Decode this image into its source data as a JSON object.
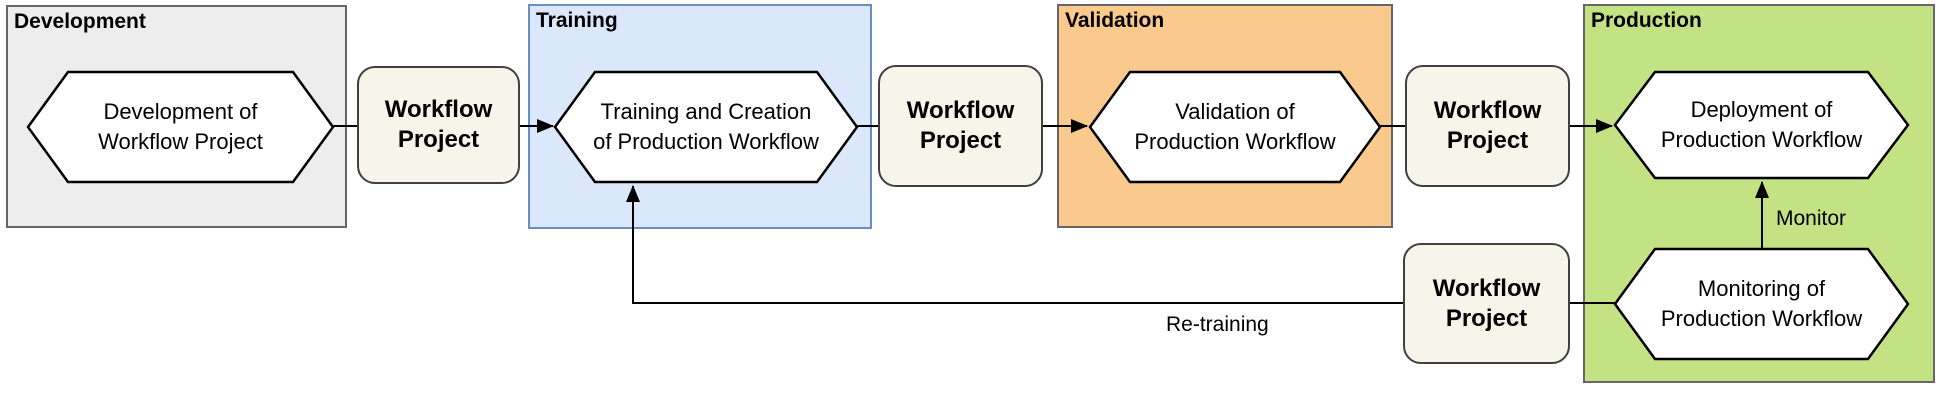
{
  "diagram": {
    "background": "#ffffff",
    "connector_color": "#000000",
    "hexagon_style": {
      "fill": "#ffffff",
      "stroke": "#000000"
    },
    "stages": [
      {
        "title": "Development",
        "fill": "#ededed",
        "stroke": "#666666"
      },
      {
        "title": "Training",
        "fill": "#dbe8fb",
        "stroke": "#6c8ebf"
      },
      {
        "title": "Validation",
        "fill": "#fac98e",
        "stroke": "#666666"
      },
      {
        "title": "Production",
        "fill": "#c3e284",
        "stroke": "#666666"
      }
    ],
    "hexagons": [
      {
        "line1": "Development of",
        "line2": "Workflow Project"
      },
      {
        "line1": "Training and Creation",
        "line2": "of Production Workflow"
      },
      {
        "line1": "Validation of",
        "line2": "Production Workflow"
      },
      {
        "line1": "Deployment of",
        "line2": "Production Workflow"
      },
      {
        "line1": "Monitoring of",
        "line2": "Production Workflow"
      }
    ],
    "workflow_boxes": [
      {
        "line1": "Workflow",
        "line2": "Project",
        "fill": "#f7f4e9",
        "stroke": "#404040"
      },
      {
        "line1": "Workflow",
        "line2": "Project",
        "fill": "#f7f4e9",
        "stroke": "#404040"
      },
      {
        "line1": "Workflow",
        "line2": "Project",
        "fill": "#f7f4e9",
        "stroke": "#404040"
      },
      {
        "line1": "Workflow",
        "line2": "Project",
        "fill": "#f7f4e9",
        "stroke": "#404040"
      }
    ],
    "edge_labels": {
      "monitor": "Monitor",
      "retraining": "Re-training"
    }
  }
}
